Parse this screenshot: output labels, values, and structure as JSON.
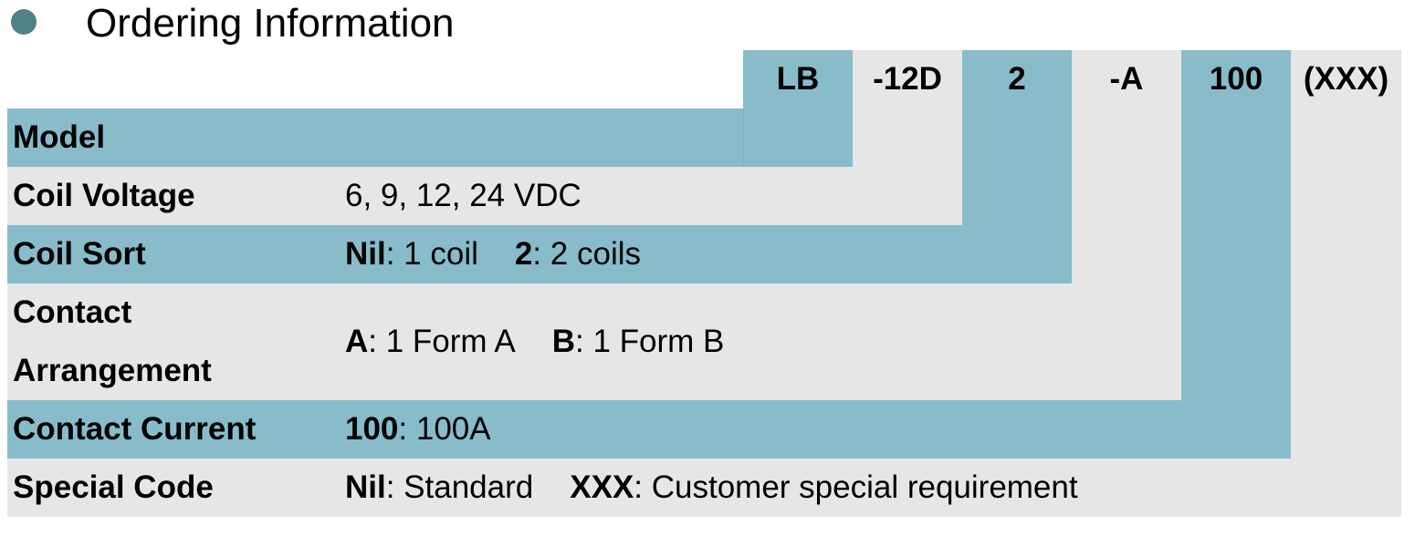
{
  "title": "Ordering Information",
  "colors": {
    "accent_blue": "#88bcca",
    "grey": "#e6e6e6",
    "bullet": "#4f8189"
  },
  "header_codes": [
    "LB",
    "-12D",
    "2",
    "-A",
    "100",
    "(XXX)"
  ],
  "rows": [
    {
      "label": "Model"
    },
    {
      "label": "Coil Voltage",
      "text": "6, 9, 12, 24 VDC"
    },
    {
      "label": "Coil Sort",
      "opt1_code": "Nil",
      "opt1_text": ": 1 coil",
      "opt2_code": "2",
      "opt2_text": ": 2 coils"
    },
    {
      "label_line1": "Contact",
      "label_line2": "Arrangement",
      "opt1_code": "A",
      "opt1_text": ": 1 Form A",
      "opt2_code": "B",
      "opt2_text": ": 1 Form B"
    },
    {
      "label": "Contact Current",
      "opt1_code": "100",
      "opt1_text": ": 100A"
    },
    {
      "label": "Special Code",
      "opt1_code": "Nil",
      "opt1_text": ": Standard",
      "opt2_code": "XXX",
      "opt2_text": ": Customer special requirement"
    }
  ]
}
